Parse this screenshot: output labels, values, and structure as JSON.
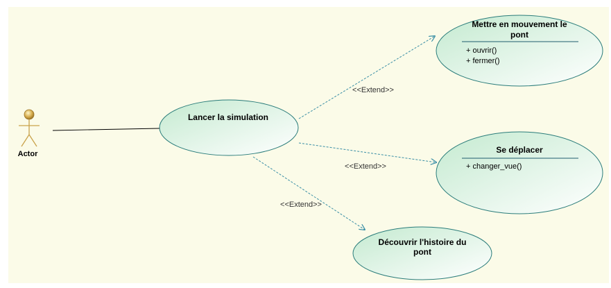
{
  "actor": {
    "label": "Actor"
  },
  "use_cases": {
    "lancer": {
      "title": "Lancer la simulation"
    },
    "mettre": {
      "title_line1": "Mettre en mouvement le",
      "title_line2": "pont",
      "operations": [
        "+ ouvrir()",
        "+ fermer()"
      ]
    },
    "deplacer": {
      "title": "Se déplacer",
      "operations": [
        "+ changer_vue()"
      ]
    },
    "decouvrir": {
      "title_line1": "Découvrir l'histoire du",
      "title_line2": "pont"
    }
  },
  "relations": {
    "extend_1": "<<Extend>>",
    "extend_2": "<<Extend>>",
    "extend_3": "<<Extend>>"
  },
  "colors": {
    "background_panel": "#fbfbe8",
    "usecase_fill_start": "#c9ecd4",
    "usecase_fill_end": "#ffffff",
    "usecase_stroke": "#2a7c7a",
    "dependency_line": "#3b8fa6",
    "association_line": "#000000",
    "actor_gold": "#c9a24a"
  }
}
